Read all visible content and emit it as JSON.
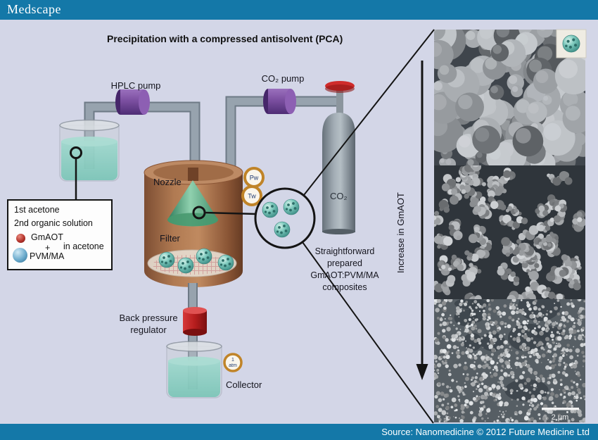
{
  "header": {
    "logo_text": "Medscape"
  },
  "title": "Precipitation with a compressed antisolvent (PCA)",
  "labels": {
    "hplc_pump": "HPLC pump",
    "co2_pump": "CO₂ pump",
    "co2_cylinder": "CO₂",
    "nozzle": "Nozzle",
    "filter": "Filter",
    "back_pressure": "Back pressure regulator",
    "collector": "Collector"
  },
  "gauges": {
    "pressure": "Pw",
    "temperature": "Tw",
    "atm_value": "1",
    "atm_unit": "atm"
  },
  "solution_box": {
    "line1": "1st acetone",
    "line2": "2nd organic solution",
    "gmaot": "GmAOT",
    "plus": "+",
    "in_acetone": "in acetone",
    "pvmma": "PVM/MA"
  },
  "annotation": {
    "lines": [
      "Straightforward",
      "prepared",
      "GmAOT:PVM/MA",
      "composites"
    ]
  },
  "sem": {
    "axis_label": "Increase in GmAOT",
    "scale_label": "2 μm"
  },
  "footer": {
    "source_text": "Source: Nanomedicine © 2012 Future Medicine Ltd"
  },
  "colors": {
    "medscape_blue": "#1478a8",
    "background_lavender": "#d3d6e7",
    "vessel_brown": "#a9714c",
    "liquid_teal": "#62cfb6",
    "pump_purple": "#7c4fa0",
    "valve_red": "#c02020",
    "gauge_gold": "#c08428",
    "composite_teal": "#5fb3ad"
  }
}
